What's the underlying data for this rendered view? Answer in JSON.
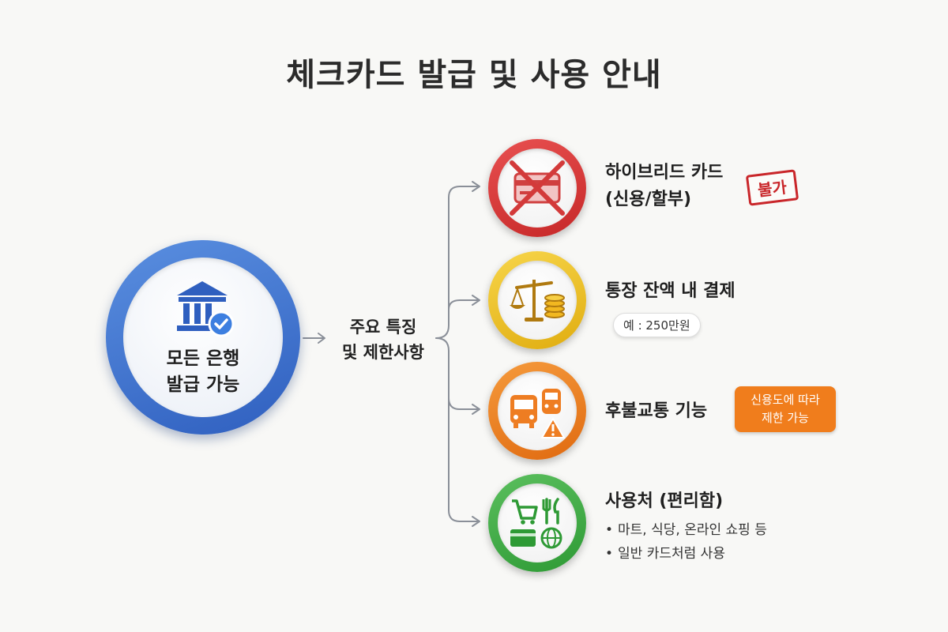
{
  "title": "체크카드 발급 및 사용 안내",
  "main": {
    "line1": "모든 은행",
    "line2": "발급 가능"
  },
  "hub": {
    "line1": "주요 특징",
    "line2": "및 제한사항"
  },
  "items": [
    {
      "title_line1": "하이브리드 카드",
      "title_line2": "(신용/할부)",
      "stamp": "불가",
      "color": "#d33a3a",
      "icon": "credit-card-crossed-icon"
    },
    {
      "title": "통장 잔액 내 결제",
      "example": "예 : 250만원",
      "color": "#ecbe23",
      "icon": "balance-scale-coins-icon"
    },
    {
      "title": "후불교통 기능",
      "badge_line1": "신용도에 따라",
      "badge_line2": "제한 가능",
      "color": "#ee7d22",
      "icon": "bus-train-warning-icon"
    },
    {
      "title": "사용처 (편리함)",
      "bullets": [
        "마트, 식당, 온라인 쇼핑 등",
        "일반 카드처럼 사용"
      ],
      "color": "#3aa845",
      "icon": "cart-dining-card-globe-icon"
    }
  ],
  "colors": {
    "main_blue": "#3a6fd0",
    "stamp_red": "#c9262a",
    "badge_orange": "#f07d1c"
  }
}
